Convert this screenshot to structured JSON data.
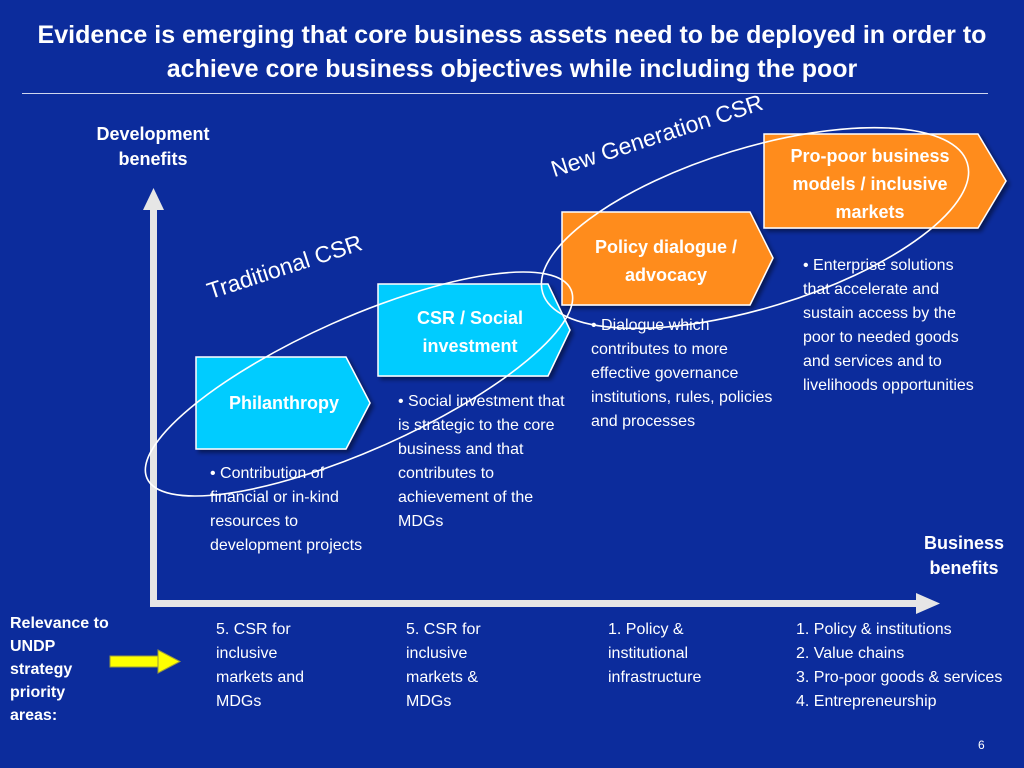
{
  "title": "Evidence is emerging that core business assets need to be deployed in order to achieve core business objectives while including the poor",
  "axes": {
    "y_label": "Development benefits",
    "x_label": "Business benefits"
  },
  "curves": {
    "traditional": "Traditional CSR",
    "new_generation": "New Generation CSR"
  },
  "boxes": [
    {
      "label": "Philanthropy",
      "color": "#00ccff"
    },
    {
      "label": "CSR / Social investment",
      "color": "#00ccff"
    },
    {
      "label": "Policy dialogue / advocacy",
      "color": "#ff8c1a"
    },
    {
      "label": "Pro-poor business models / inclusive markets",
      "color": "#ff8c1a"
    }
  ],
  "descriptions": [
    "• Contribution of financial or in-kind resources to development projects",
    "• Social investment that is strategic to the core business and that contributes to achievement of the MDGs",
    "• Dialogue which contributes to more effective governance institutions, rules, policies and processes",
    "• Enterprise solutions that accelerate and sustain access by the poor to needed goods and services and to livelihoods opportunities"
  ],
  "relevance": {
    "label": "Relevance to UNDP strategy priority areas:",
    "items": [
      "5. CSR for inclusive markets and MDGs",
      "5. CSR for inclusive markets & MDGs",
      "1. Policy & institutional infrastructure",
      "1. Policy & institutions\n2. Value chains\n3. Pro-poor goods & services\n4. Entrepreneurship"
    ]
  },
  "page_number": "6",
  "colors": {
    "background": "#0c2c9c",
    "cyan": "#00ccff",
    "orange": "#ff8c1a",
    "arrow": "#ffff00"
  }
}
